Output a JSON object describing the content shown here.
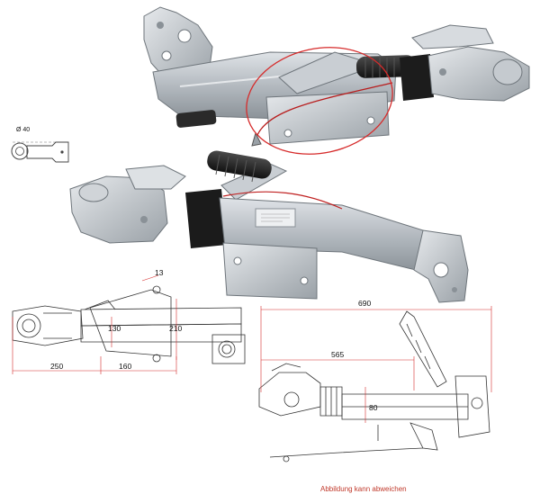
{
  "colors": {
    "accent_red": "#d62b2b",
    "steel": "#b9bec4",
    "steel_dark": "#7d848c",
    "rubber": "#222222",
    "line": "#333333"
  },
  "icons": {
    "ball_end_detail": "ball-eye-icon",
    "photo_top": "overrun-coupling-photo-top",
    "photo_bottom": "overrun-coupling-photo-bottom",
    "drawing_plan": "plan-view-drawing",
    "drawing_side": "side-view-drawing"
  },
  "detail": {
    "diameter_label": "Ø 40"
  },
  "plan_view": {
    "dim_13": "13",
    "dim_130": "130",
    "dim_210": "210",
    "dim_250": "250",
    "dim_160": "160"
  },
  "side_view": {
    "dim_690": "690",
    "dim_565": "565",
    "dim_80": "80"
  },
  "caption": "Abbildung kann abweichen"
}
